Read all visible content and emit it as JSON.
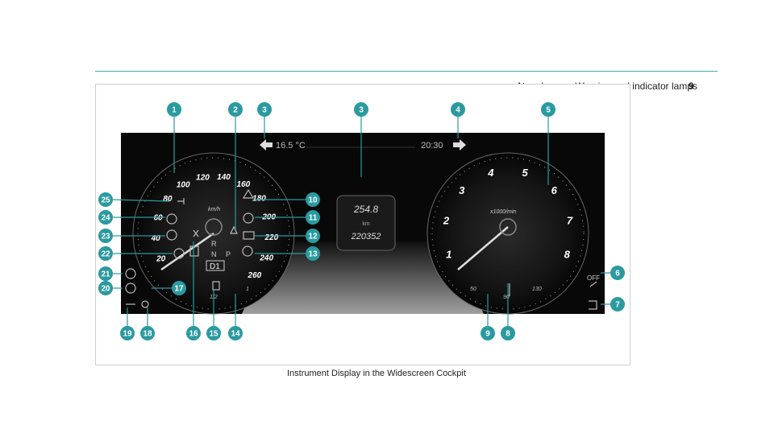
{
  "header": {
    "title": "At a glance – Warning and indicator lamps",
    "page": "9"
  },
  "caption": "Instrument Display in the Widescreen Cockpit",
  "display": {
    "outside_temp": "16.5 °C",
    "time": "20:30",
    "trip": "254.8",
    "trip_unit": "km",
    "odometer": "220352",
    "speed_unit": "km/h",
    "rpm_unit": "x1000/min",
    "gear": "D1",
    "gear_letters": [
      "R",
      "N",
      "P"
    ],
    "fuel_ticks": [
      "1/2",
      "1"
    ],
    "temp_ticks": [
      "50",
      "90",
      "130"
    ],
    "speed_labels": [
      "20",
      "40",
      "60",
      "80",
      "100",
      "120",
      "140",
      "160",
      "180",
      "200",
      "220",
      "240",
      "260"
    ],
    "rpm_labels": [
      "1",
      "2",
      "3",
      "4",
      "5",
      "6",
      "7",
      "8"
    ],
    "esp_off": "OFF"
  },
  "callouts": [
    "1",
    "2",
    "3",
    "3",
    "4",
    "5",
    "6",
    "7",
    "8",
    "9",
    "10",
    "11",
    "12",
    "13",
    "14",
    "15",
    "16",
    "17",
    "18",
    "19",
    "20",
    "21",
    "22",
    "23",
    "24",
    "25"
  ],
  "colors": {
    "accent": "#3ab0b0",
    "callout": "#2a9aa0",
    "panel": "#0b0b0b"
  }
}
